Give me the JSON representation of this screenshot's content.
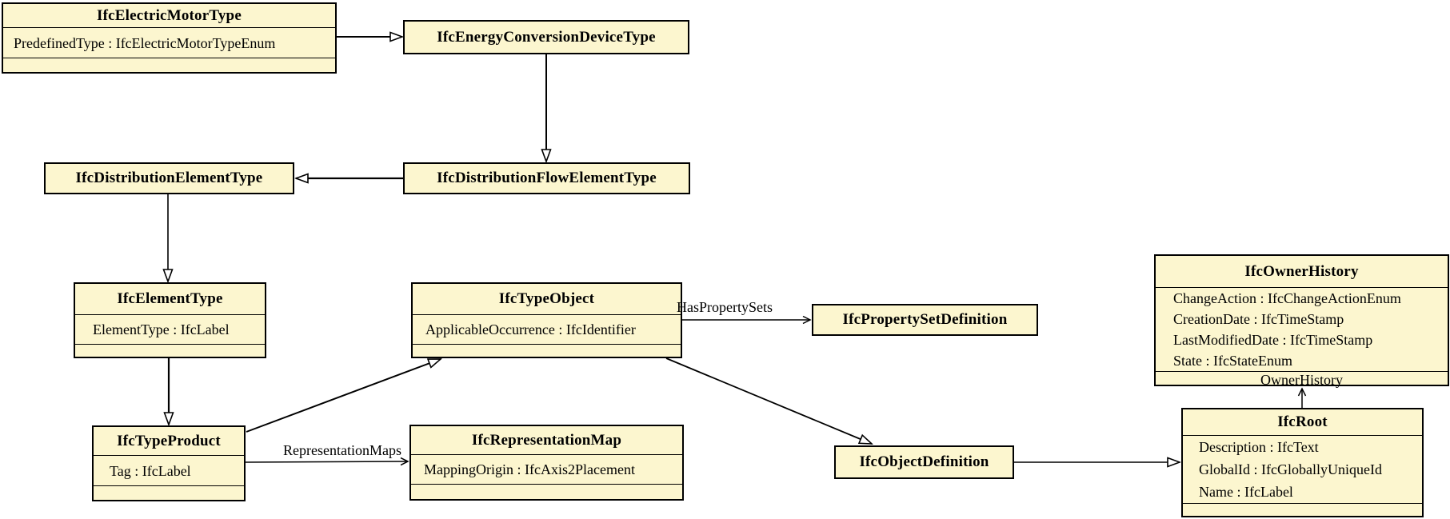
{
  "diagram": {
    "colors": {
      "box_fill": "#FCF6CF",
      "box_border": "#000000",
      "line": "#000000"
    },
    "classes": {
      "electric_motor_type": {
        "title": "IfcElectricMotorType",
        "attributes": [
          "PredefinedType : IfcElectricMotorTypeEnum"
        ]
      },
      "energy_conversion_device_type": {
        "title": "IfcEnergyConversionDeviceType"
      },
      "distribution_element_type": {
        "title": "IfcDistributionElementType"
      },
      "distribution_flow_element_type": {
        "title": "IfcDistributionFlowElementType"
      },
      "element_type": {
        "title": "IfcElementType",
        "attributes": [
          "ElementType : IfcLabel"
        ]
      },
      "type_object": {
        "title": "IfcTypeObject",
        "attributes": [
          "ApplicableOccurrence : IfcIdentifier"
        ]
      },
      "property_set_definition": {
        "title": "IfcPropertySetDefinition"
      },
      "owner_history": {
        "title": "IfcOwnerHistory",
        "attributes": [
          "ChangeAction : IfcChangeActionEnum",
          "CreationDate : IfcTimeStamp",
          "LastModifiedDate : IfcTimeStamp",
          "State : IfcStateEnum"
        ],
        "role_label": "OwnerHistory"
      },
      "type_product": {
        "title": "IfcTypeProduct",
        "attributes": [
          "Tag : IfcLabel"
        ]
      },
      "representation_map": {
        "title": "IfcRepresentationMap",
        "attributes": [
          "MappingOrigin : IfcAxis2Placement"
        ]
      },
      "object_definition": {
        "title": "IfcObjectDefinition"
      },
      "root": {
        "title": "IfcRoot",
        "attributes": [
          "Description : IfcText",
          "GlobalId : IfcGloballyUniqueId",
          "Name : IfcLabel"
        ]
      }
    },
    "labels": {
      "has_property_sets": "HasPropertySets",
      "representation_maps": "RepresentationMaps"
    }
  }
}
